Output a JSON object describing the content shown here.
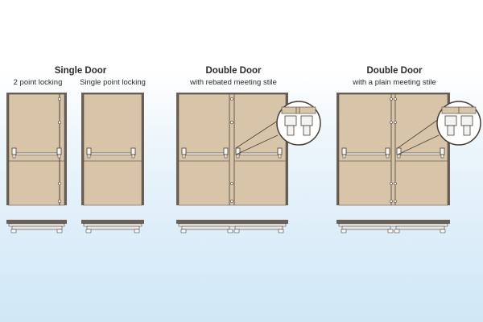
{
  "groups": [
    {
      "title": "Single Door",
      "subtitles": [
        "2 point locking",
        "Single point locking"
      ]
    },
    {
      "title": "Double Door",
      "subtitles": [
        "with rebated meeting stile"
      ]
    },
    {
      "title": "Double Door",
      "subtitles": [
        "with a plain meeting stile"
      ]
    }
  ],
  "colors": {
    "door": "#d8c4a8",
    "frame": "#6b6055",
    "line": "#4a4036",
    "bar": "#e6e6e6",
    "callout": "#ffffff"
  }
}
